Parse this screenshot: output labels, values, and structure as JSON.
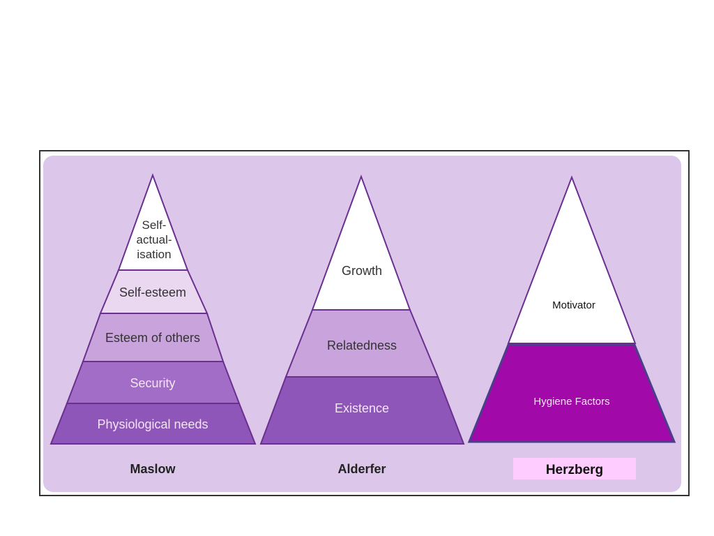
{
  "colors": {
    "panel_background": "#dcc6e9",
    "panel_border": "#333333",
    "outline": "#6a2f8f",
    "white_tier": "#ffffff",
    "pale_tier": "#e9d8f0",
    "light_tier": "#c9a3db",
    "mid_tier": "#a26dc6",
    "dark_tier": "#8e56b8",
    "herzberg_hygiene": "#a109a8",
    "herzberg_label_background": "#ffccff"
  },
  "maslow": {
    "label": "Maslow",
    "levels": {
      "self_actualisation": [
        "Self-",
        "actual-",
        "isation"
      ],
      "self_esteem": "Self-esteem",
      "esteem_of_others": "Esteem of others",
      "security": "Security",
      "physiological": "Physiological needs"
    }
  },
  "alderfer": {
    "label": "Alderfer",
    "levels": {
      "growth": "Growth",
      "relatedness": "Relatedness",
      "existence": "Existence"
    }
  },
  "herzberg": {
    "label": "Herzberg",
    "levels": {
      "motivator": "Motivator",
      "hygiene": "Hygiene Factors"
    }
  }
}
